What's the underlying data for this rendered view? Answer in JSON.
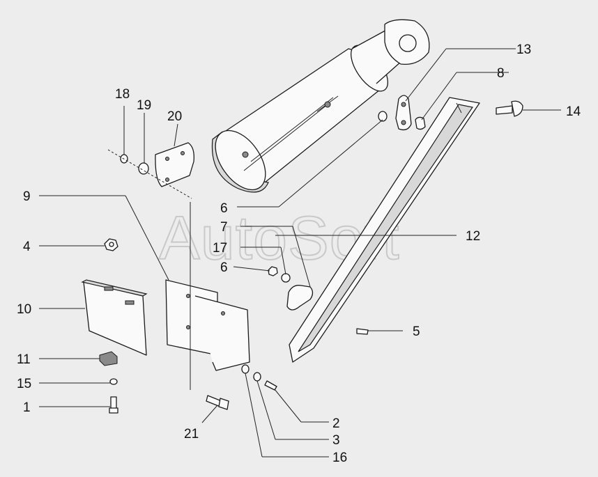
{
  "watermark": "AutoSoft",
  "labels": {
    "l1": "1",
    "l2": "2",
    "l3": "3",
    "l4": "4",
    "l5": "5",
    "l6a": "6",
    "l6b": "6",
    "l7": "7",
    "l8": "8",
    "l9": "9",
    "l10": "10",
    "l11": "11",
    "l12": "12",
    "l13": "13",
    "l14": "14",
    "l15": "15",
    "l16": "16",
    "l17": "17",
    "l18": "18",
    "l19": "19",
    "l20": "20",
    "l21": "21"
  }
}
